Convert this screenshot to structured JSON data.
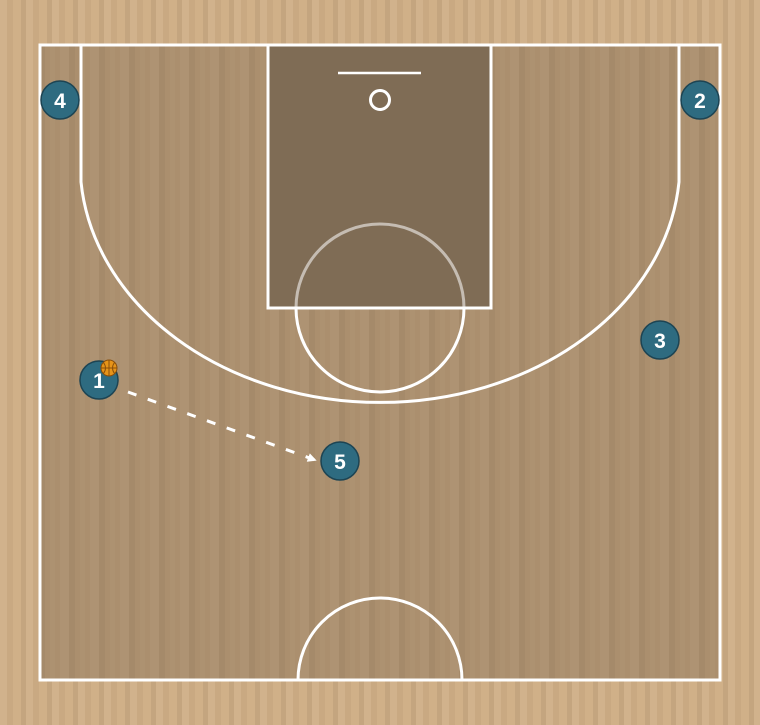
{
  "diagram": {
    "type": "basketball-half-court-play",
    "colors": {
      "wood_outer": "#cfae86",
      "court_floor": "#ab8f6e",
      "paint": "#7f6c55",
      "lines": "#ffffff",
      "player_fill": "#2e6b80",
      "player_stroke": "#1d4453",
      "ball": "#e69419"
    },
    "players": [
      {
        "id": "1",
        "label": "1",
        "has_ball": true
      },
      {
        "id": "2",
        "label": "2"
      },
      {
        "id": "3",
        "label": "3"
      },
      {
        "id": "4",
        "label": "4"
      },
      {
        "id": "5",
        "label": "5"
      }
    ],
    "actions": [
      {
        "type": "pass",
        "from": "1",
        "to": "5",
        "style": "dashed-arrow"
      }
    ],
    "icons": {
      "ball": "basketball-icon",
      "pass": "arrow-icon"
    }
  }
}
